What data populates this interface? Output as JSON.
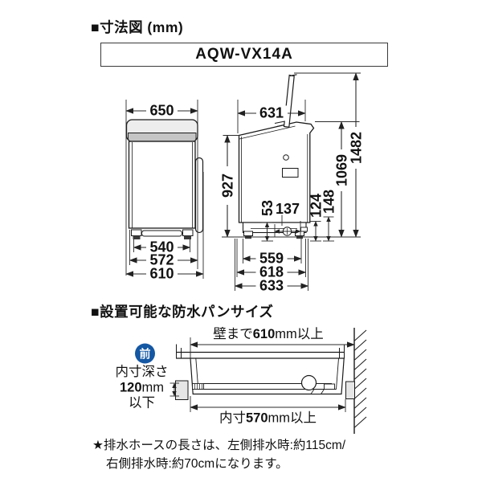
{
  "page": {
    "title": "■寸法図 (mm)",
    "model": "AQW-VX14A"
  },
  "front_view": {
    "width_top": "650",
    "width_feet": "540",
    "width_body": "572",
    "width_total": "610"
  },
  "side_view": {
    "depth_top": "631",
    "height_body": "927",
    "height_panel": "1069",
    "height_lid_open": "1482",
    "base_height": "53",
    "drain_offset": "137",
    "hose_height_left": "124",
    "hose_height_right": "148",
    "depth_feet": "559",
    "depth_body": "618",
    "depth_total": "633"
  },
  "pan": {
    "title": "■設置可能な防水パンサイズ",
    "badge": "前",
    "wall": {
      "prefix": "壁まで",
      "value": "610",
      "suffix": "mm以上"
    },
    "depth": {
      "line1": "内寸深さ",
      "value": "120",
      "unit": "mm",
      "line3": "以下"
    },
    "inner": {
      "prefix": "内寸",
      "value": "570",
      "suffix": "mm以上"
    }
  },
  "note": {
    "line1": "★排水ホースの長さは、左側排水時:約115cm/",
    "line2": "右側排水時:約70cmになります。"
  }
}
